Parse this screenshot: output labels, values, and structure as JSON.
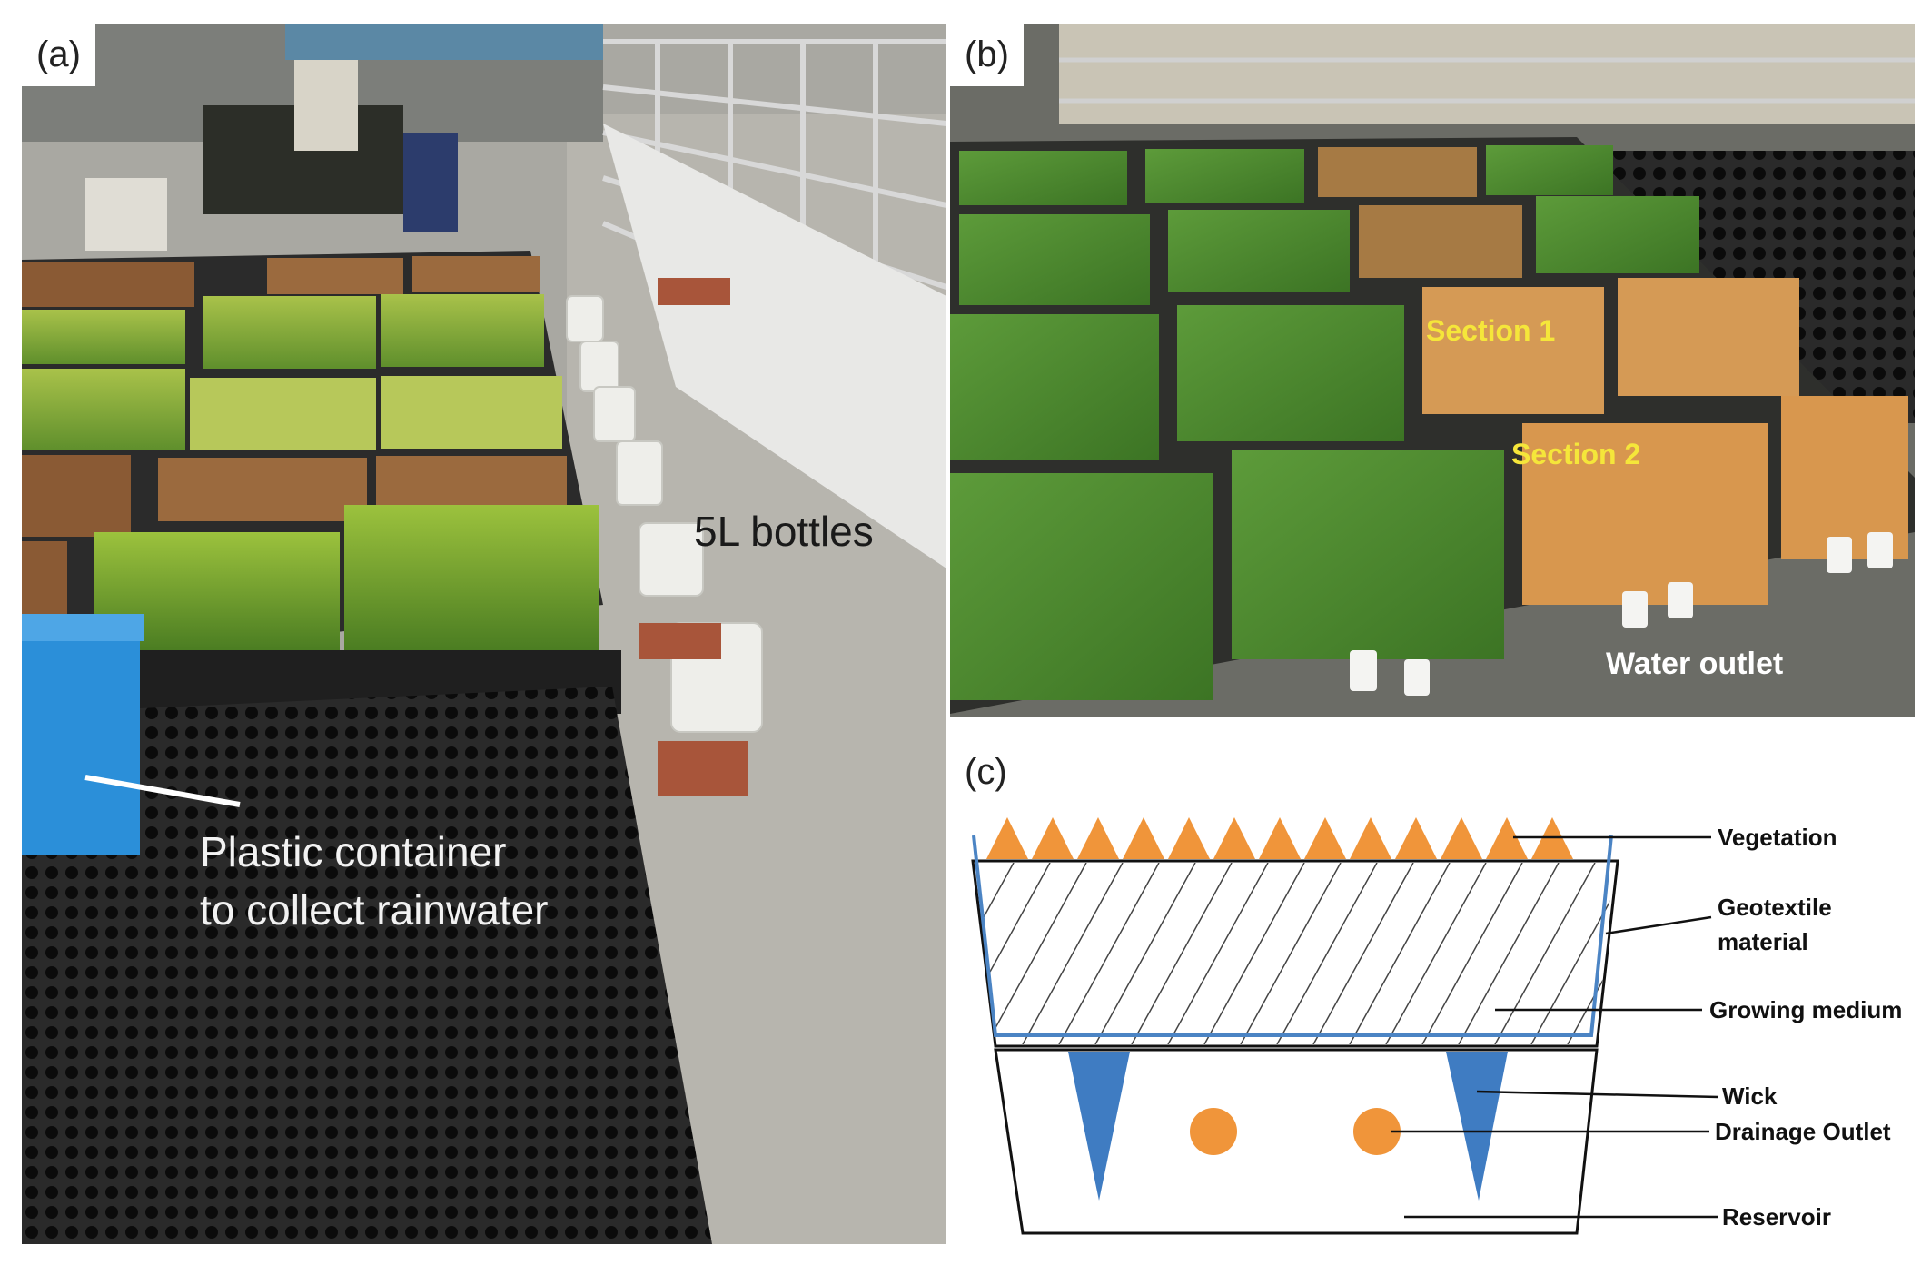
{
  "figure": {
    "panels": [
      {
        "id": "a",
        "label": "(a)"
      },
      {
        "id": "b",
        "label": "(b)"
      },
      {
        "id": "c",
        "label": "(c)"
      }
    ]
  },
  "panel_a": {
    "bottles_label": "5L bottles",
    "container_label_line1": "Plastic container",
    "container_label_line2": "to collect rainwater"
  },
  "panel_b": {
    "section1": "Section 1",
    "section2": "Section 2",
    "outlet": "Water outlet"
  },
  "panel_c": {
    "layers": {
      "vegetation": "Vegetation",
      "geotextile_line1": "Geotextile",
      "geotextile_line2": "material",
      "growing_medium": "Growing medium",
      "wick": "Wick",
      "drainage_outlet": "Drainage Outlet",
      "reservoir": "Reservoir"
    },
    "colors": {
      "vegetation": "#f0953a",
      "geotextile": "#4b84c4",
      "wick": "#3f7cc2",
      "outlet": "#f0953a"
    }
  }
}
